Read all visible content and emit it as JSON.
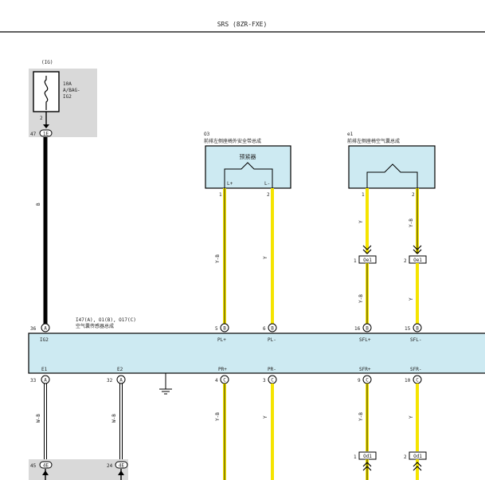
{
  "header": {
    "title": "SRS (8ZR-FXE)"
  },
  "fuse": {
    "block": "(IG)",
    "rating": "10A",
    "name1": "A/BAG-",
    "name2": "IG2",
    "pin": "2",
    "conn_pin": "47",
    "conn_id": "1E"
  },
  "left_wire": {
    "color": "B"
  },
  "pretensioner": {
    "id": "O3",
    "name": "前排左侧座椅外安全带总成",
    "title": "预紧器",
    "pin1_label": "L+",
    "pin2_label": "L-",
    "pin1": "1",
    "pin2": "2"
  },
  "airbag": {
    "id": "e1",
    "name": "前排左侧座椅空气囊总成",
    "pin1": "1",
    "pin2": "2"
  },
  "wires": {
    "plp": "Y-B",
    "plm": "Y",
    "sflp_top": "Y",
    "sflm_top": "Y-B",
    "sflp_mid": "Y-B",
    "sflm_mid": "Y",
    "e1": "W-B",
    "e2": "W-B",
    "prp": "Y-B",
    "prm": "Y",
    "sfrp": "Y-B",
    "sfrm": "Y"
  },
  "junction_top": {
    "pin1": "1",
    "pin2": "2",
    "id": "Oe1"
  },
  "junction_bottom": {
    "pin1": "1",
    "pin2": "2",
    "id": "Od1"
  },
  "sensor": {
    "id": "I47(A), O1(B), O17(C)",
    "name": "空气囊传感器总成",
    "top_pins": [
      {
        "num": "36",
        "conn": "A",
        "label": "IG2"
      },
      {
        "num": "5",
        "conn": "B",
        "label": "PL+"
      },
      {
        "num": "6",
        "conn": "B",
        "label": "PL-"
      },
      {
        "num": "16",
        "conn": "B",
        "label": "SFL+"
      },
      {
        "num": "15",
        "conn": "B",
        "label": "SFL-"
      }
    ],
    "bottom_pins": [
      {
        "num": "33",
        "conn": "A",
        "label": "E1"
      },
      {
        "num": "32",
        "conn": "A",
        "label": "E2"
      },
      {
        "num": "4",
        "conn": "C",
        "label": "PR+"
      },
      {
        "num": "3",
        "conn": "C",
        "label": "PR-"
      },
      {
        "num": "9",
        "conn": "C",
        "label": "SFR+"
      },
      {
        "num": "10",
        "conn": "C",
        "label": "SFR-"
      }
    ]
  },
  "ground_conn": {
    "pin1": "45",
    "pin2": "24",
    "id": "4E"
  },
  "colors": {
    "yellow": "#f5e400",
    "box": "#cdeaf2",
    "gray": "#d9d9d9",
    "black": "#000000"
  }
}
